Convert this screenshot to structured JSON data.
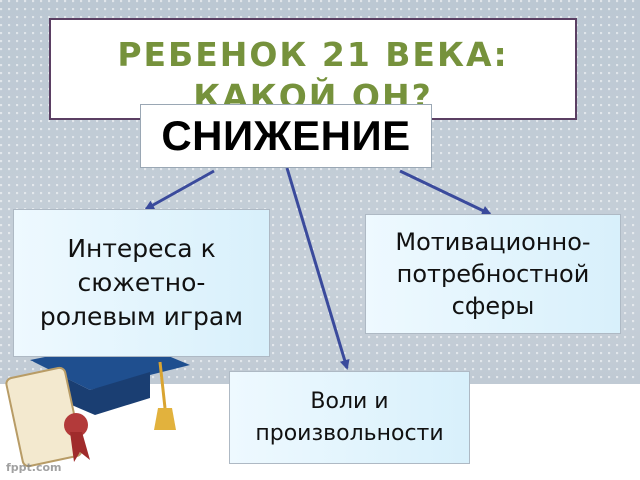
{
  "title": "РЕБЕНОК 21 ВЕКА: КАКОЙ ОН?",
  "center": "СНИЖЕНИЕ",
  "nodes": {
    "left": [
      "Интереса к",
      "сюжетно-",
      "ролевым играм"
    ],
    "right": [
      "Мотивационно-",
      "потребностной",
      "сферы"
    ],
    "bottom": [
      "Воли и",
      "произвольности"
    ]
  },
  "colors": {
    "title": "#76923c",
    "arrow": "#3a4a9c",
    "title_border": "#5b3f63"
  },
  "decor_icons": [
    "graduation-cap-icon",
    "diploma-scroll-icon"
  ],
  "watermark": "fppt.com"
}
